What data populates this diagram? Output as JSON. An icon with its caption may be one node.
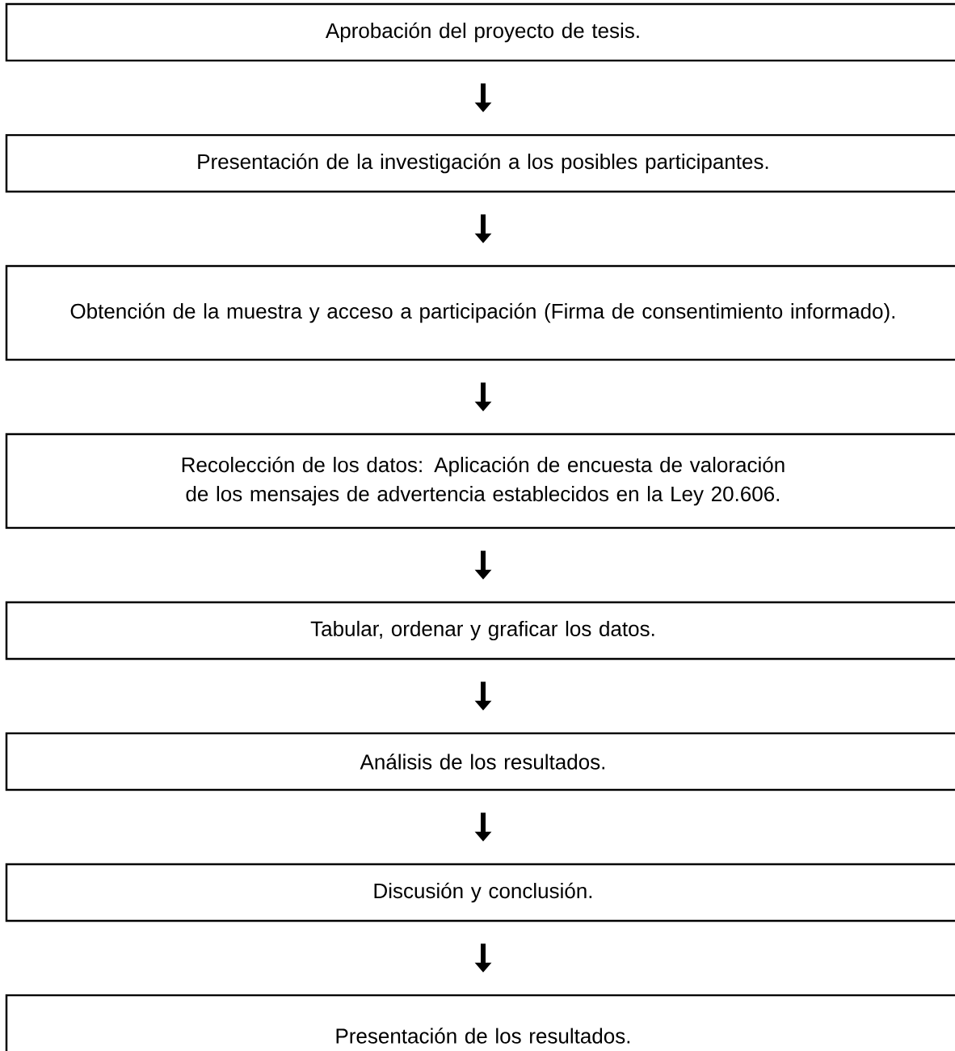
{
  "diagram": {
    "nodes": [
      {
        "text": [
          "Aprobación del proyecto de tesis."
        ]
      },
      {
        "text": [
          "Presentación de la investigación a los posibles participantes."
        ]
      },
      {
        "text": [
          "Obtención de la muestra y acceso a participación (Firma de consentimiento informado)."
        ]
      },
      {
        "text": [
          "Recolección de los datos: Aplicación de encuesta de valoración de los mensajes de advertencia establecidos en la Ley 20.606."
        ]
      },
      {
        "text": [
          "Tabular, ordenar y graficar los datos."
        ]
      },
      {
        "text": [
          "Análisis de los resultados."
        ]
      },
      {
        "text": [
          "Discusión y conclusión."
        ]
      },
      {
        "text": [
          "Presentación de los resultados."
        ]
      }
    ],
    "edges": [
      {
        "from": 0,
        "to": 1,
        "arrow": "to"
      },
      {
        "from": 1,
        "to": 2,
        "arrow": "to"
      },
      {
        "from": 2,
        "to": 3,
        "arrow": "to"
      },
      {
        "from": 3,
        "to": 4,
        "arrow": "to"
      },
      {
        "from": 4,
        "to": 5,
        "arrow": "to"
      },
      {
        "from": 5,
        "to": 6,
        "arrow": "to"
      },
      {
        "from": 6,
        "to": 7,
        "arrow": "to"
      }
    ]
  }
}
